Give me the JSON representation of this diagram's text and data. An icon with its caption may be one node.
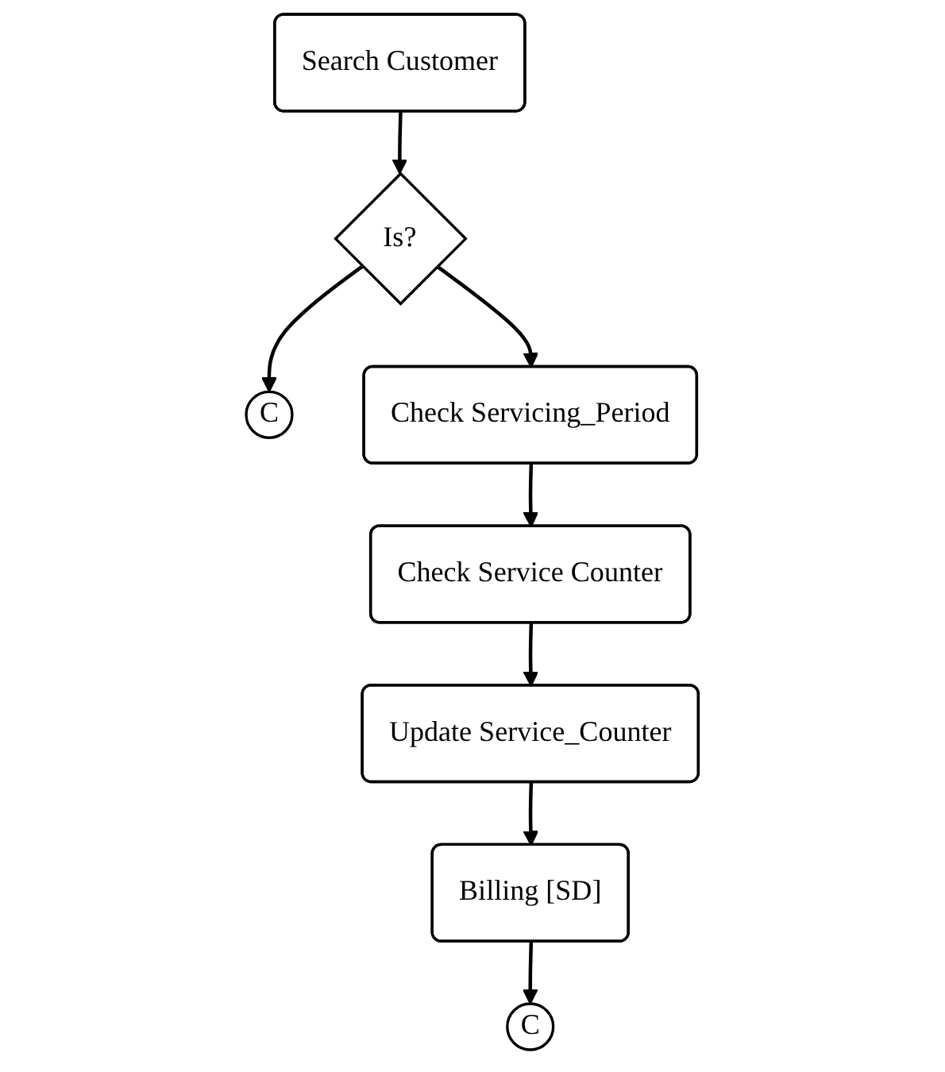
{
  "diagram": {
    "nodes": [
      {
        "text": [
          "Search Customer"
        ]
      },
      {
        "text": [
          "Is?"
        ]
      },
      {
        "text": [
          "C"
        ]
      },
      {
        "text": [
          "Check Servicing_Period"
        ]
      },
      {
        "text": [
          "Check Service Counter"
        ]
      },
      {
        "text": [
          "Update Service_Counter"
        ]
      },
      {
        "text": [
          "Billing [SD]"
        ]
      },
      {
        "text": [
          "C"
        ]
      }
    ],
    "edges": [
      {
        "from": 0,
        "to": 1,
        "arrow": "to"
      },
      {
        "from": 1,
        "to": 2,
        "arrow": "to"
      },
      {
        "from": 1,
        "to": 3,
        "arrow": "to"
      },
      {
        "from": 3,
        "to": 4,
        "arrow": "to"
      },
      {
        "from": 4,
        "to": 5,
        "arrow": "to"
      },
      {
        "from": 5,
        "to": 6,
        "arrow": "to"
      },
      {
        "from": 6,
        "to": 7,
        "arrow": "to"
      }
    ]
  }
}
